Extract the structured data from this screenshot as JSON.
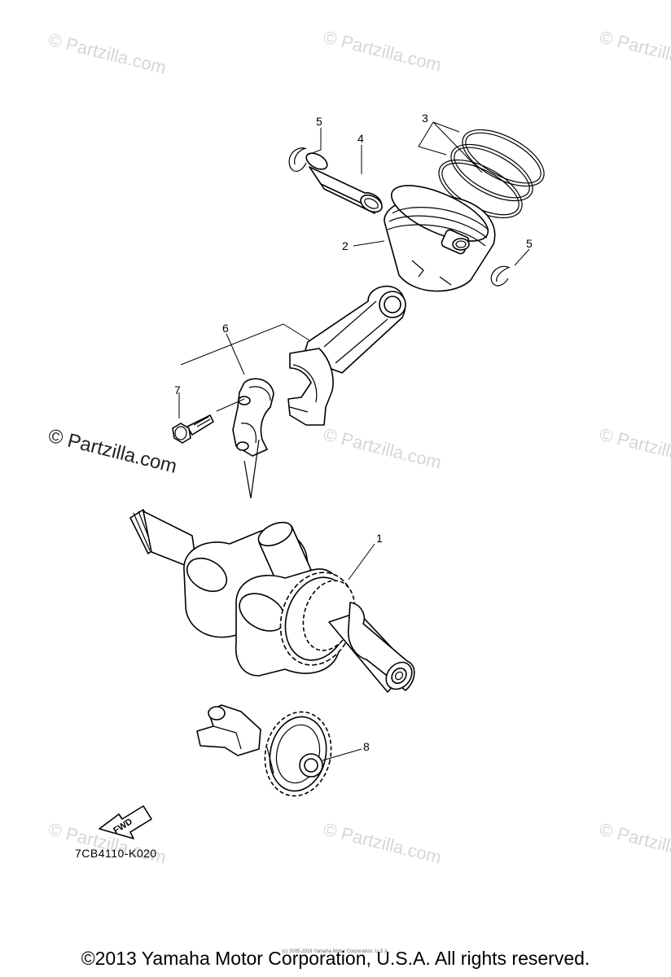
{
  "watermarks": {
    "faint": "© Partzilla.com",
    "bold": "© Partzilla.com"
  },
  "callouts": {
    "c1": "1",
    "c2": "2",
    "c3": "3",
    "c4": "4",
    "c5a": "5",
    "c5b": "5",
    "c6": "6",
    "c7": "7",
    "c8": "8"
  },
  "fwd_label": "FWD",
  "diagram_code": "7CB4110-K020",
  "tiny_copyright": "(c) 2005-2016 Yamaha Motor Corporation, U.S.A.",
  "copyright": "©2013 Yamaha Motor Corporation, U.S.A. All rights reserved."
}
